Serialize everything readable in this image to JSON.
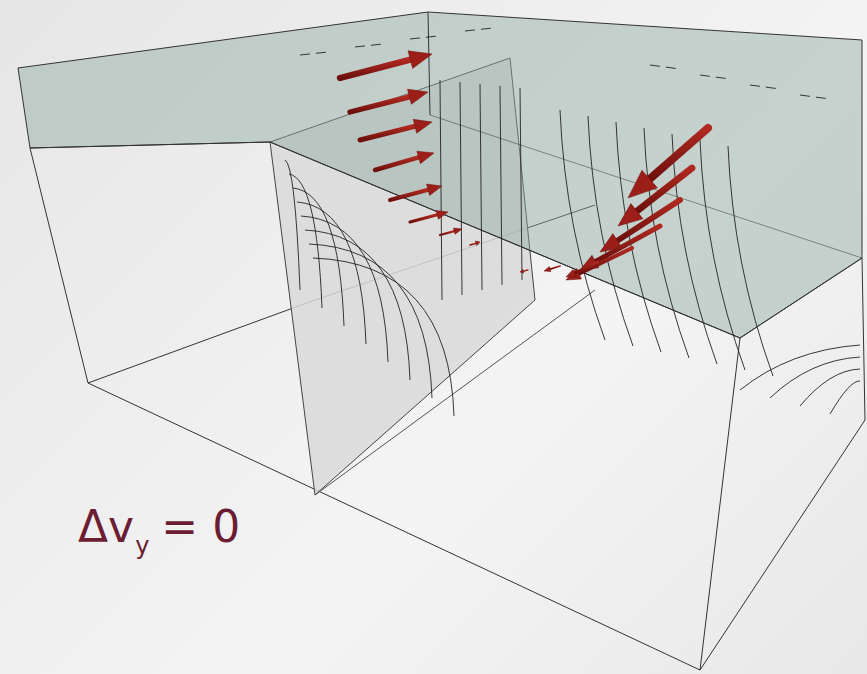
{
  "diagram": {
    "labels": [
      "Δv",
      "y",
      "= 0"
    ]
  }
}
